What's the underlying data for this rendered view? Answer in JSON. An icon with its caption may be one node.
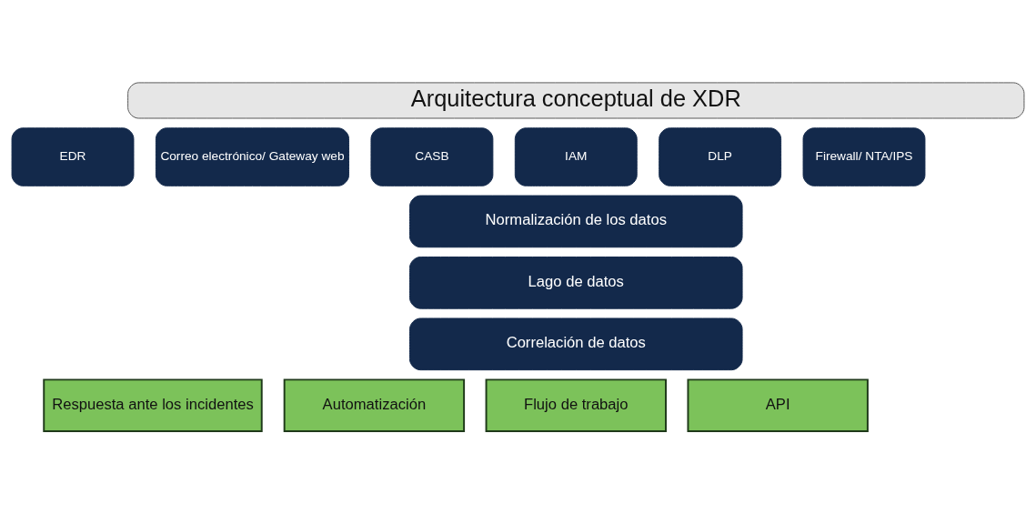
{
  "diagram": {
    "nodes": [
      {
        "text": [
          "Arquitectura conceptual de XDR"
        ]
      },
      {
        "text": [
          "EDR"
        ]
      },
      {
        "text": [
          "Correo electrónico/ Gateway web"
        ]
      },
      {
        "text": [
          "CASB"
        ]
      },
      {
        "text": [
          "IAM"
        ]
      },
      {
        "text": [
          "DLP"
        ]
      },
      {
        "text": [
          "Firewall/ NTA/IPS"
        ]
      },
      {
        "text": [
          "Normalización de los datos"
        ]
      },
      {
        "text": [
          "Lago de datos"
        ]
      },
      {
        "text": [
          "Correlación de datos"
        ]
      },
      {
        "text": [
          "Respuesta ante los incidentes"
        ]
      },
      {
        "text": [
          "Automatización"
        ]
      },
      {
        "text": [
          "Flujo de trabajo"
        ]
      },
      {
        "text": [
          "API"
        ]
      }
    ]
  }
}
